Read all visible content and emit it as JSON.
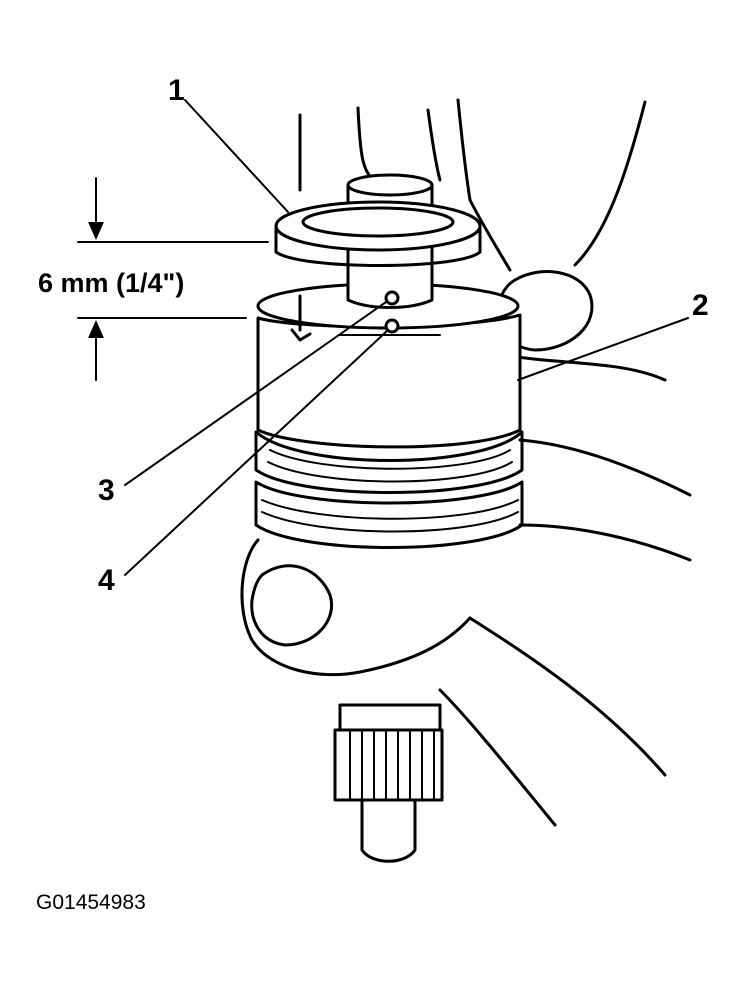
{
  "callouts": {
    "c1": "1",
    "c2": "2",
    "c3": "3",
    "c4": "4"
  },
  "dimension_label": "6 mm (1/4\")",
  "figure_id": "G01454983"
}
